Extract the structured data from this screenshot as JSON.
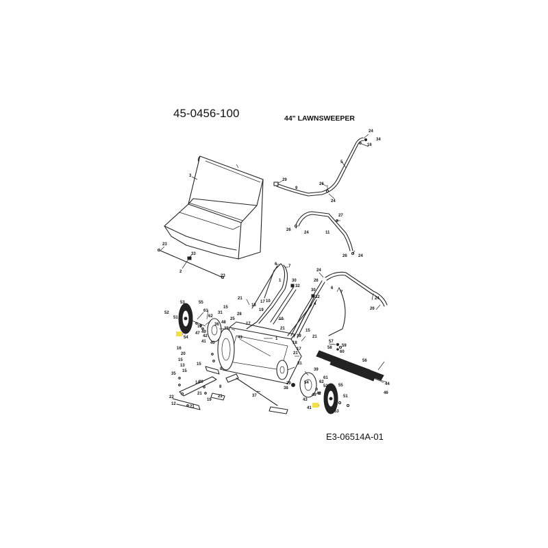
{
  "header": {
    "model_number": "45-0456-100",
    "product_title": "44\" LAWNSWEEPER"
  },
  "footer": {
    "diagram_code": "E3-06514A-01"
  },
  "callouts": [
    {
      "id": "c1",
      "text": "24"
    },
    {
      "id": "c2",
      "text": "34"
    },
    {
      "id": "c3",
      "text": "16"
    },
    {
      "id": "c4",
      "text": "5"
    },
    {
      "id": "c5",
      "text": "29"
    },
    {
      "id": "c6",
      "text": "9"
    },
    {
      "id": "c7",
      "text": "26"
    },
    {
      "id": "c8",
      "text": "24"
    },
    {
      "id": "c9",
      "text": "3"
    },
    {
      "id": "c10",
      "text": "27"
    },
    {
      "id": "c11",
      "text": "26"
    },
    {
      "id": "c12",
      "text": "24"
    },
    {
      "id": "c13",
      "text": "11"
    },
    {
      "id": "c14",
      "text": "26"
    },
    {
      "id": "c15",
      "text": "24"
    },
    {
      "id": "c16",
      "text": "23"
    },
    {
      "id": "c17",
      "text": "33"
    },
    {
      "id": "c18",
      "text": "2"
    },
    {
      "id": "c19",
      "text": "23"
    },
    {
      "id": "c20",
      "text": "6"
    },
    {
      "id": "c21",
      "text": "7"
    },
    {
      "id": "c22",
      "text": "24"
    },
    {
      "id": "c23",
      "text": "26"
    },
    {
      "id": "c24",
      "text": "1"
    },
    {
      "id": "c25",
      "text": "30"
    },
    {
      "id": "c26",
      "text": "32"
    },
    {
      "id": "c27",
      "text": "10"
    },
    {
      "id": "c28",
      "text": "6"
    },
    {
      "id": "c29",
      "text": "7"
    },
    {
      "id": "c30",
      "text": "30"
    },
    {
      "id": "c31",
      "text": "32"
    },
    {
      "id": "c32",
      "text": "4"
    },
    {
      "id": "c33",
      "text": "24"
    },
    {
      "id": "c34",
      "text": "26"
    },
    {
      "id": "c35",
      "text": "21"
    },
    {
      "id": "c36",
      "text": "17"
    },
    {
      "id": "c37",
      "text": "18"
    },
    {
      "id": "c38",
      "text": "19"
    },
    {
      "id": "c39",
      "text": "10"
    },
    {
      "id": "c40",
      "text": "53"
    },
    {
      "id": "c41",
      "text": "55"
    },
    {
      "id": "c42",
      "text": "15"
    },
    {
      "id": "c43",
      "text": "52"
    },
    {
      "id": "c44",
      "text": "51"
    },
    {
      "id": "c45",
      "text": "50"
    },
    {
      "id": "c46",
      "text": "61"
    },
    {
      "id": "c47",
      "text": "62"
    },
    {
      "id": "c48",
      "text": "31"
    },
    {
      "id": "c49",
      "text": "28"
    },
    {
      "id": "c50",
      "text": "25"
    },
    {
      "id": "c51",
      "text": "17"
    },
    {
      "id": "c52",
      "text": "36"
    },
    {
      "id": "c53",
      "text": "18"
    },
    {
      "id": "c54",
      "text": "49"
    },
    {
      "id": "c55",
      "text": "47"
    },
    {
      "id": "c56",
      "text": "48"
    },
    {
      "id": "c57",
      "text": "39"
    },
    {
      "id": "c58",
      "text": "54"
    },
    {
      "id": "c59",
      "text": "41"
    },
    {
      "id": "c60",
      "text": "40"
    },
    {
      "id": "c61",
      "text": "43"
    },
    {
      "id": "c62",
      "text": "21"
    },
    {
      "id": "c63",
      "text": "1"
    },
    {
      "id": "c64",
      "text": "15"
    },
    {
      "id": "c65",
      "text": "21"
    },
    {
      "id": "c66",
      "text": "19"
    },
    {
      "id": "c67",
      "text": "18"
    },
    {
      "id": "c68",
      "text": "17"
    },
    {
      "id": "c69",
      "text": "57"
    },
    {
      "id": "c70",
      "text": "59"
    },
    {
      "id": "c71",
      "text": "60"
    },
    {
      "id": "c72",
      "text": "58"
    },
    {
      "id": "c73",
      "text": "20"
    },
    {
      "id": "c74",
      "text": "15"
    },
    {
      "id": "c75",
      "text": "13"
    },
    {
      "id": "c76",
      "text": "8"
    },
    {
      "id": "c77",
      "text": "15"
    },
    {
      "id": "c78",
      "text": "21"
    },
    {
      "id": "c79",
      "text": "31"
    },
    {
      "id": "c80",
      "text": "35"
    },
    {
      "id": "c81",
      "text": "15"
    },
    {
      "id": "c82",
      "text": "14"
    },
    {
      "id": "c83",
      "text": "22"
    },
    {
      "id": "c84",
      "text": "12"
    },
    {
      "id": "c85",
      "text": "21"
    },
    {
      "id": "c86",
      "text": "20"
    },
    {
      "id": "c87",
      "text": "8"
    },
    {
      "id": "c88",
      "text": "21"
    },
    {
      "id": "c89",
      "text": "19"
    },
    {
      "id": "c90",
      "text": "21"
    },
    {
      "id": "c91",
      "text": "37"
    },
    {
      "id": "c92",
      "text": "39"
    },
    {
      "id": "c93",
      "text": "54"
    },
    {
      "id": "c94",
      "text": "38"
    },
    {
      "id": "c95",
      "text": "61"
    },
    {
      "id": "c96",
      "text": "62"
    },
    {
      "id": "c97",
      "text": "43"
    },
    {
      "id": "c98",
      "text": "52"
    },
    {
      "id": "c99",
      "text": "49"
    },
    {
      "id": "c100",
      "text": "55"
    },
    {
      "id": "c101",
      "text": "51"
    },
    {
      "id": "c102",
      "text": "50"
    },
    {
      "id": "c103",
      "text": "41"
    },
    {
      "id": "c104",
      "text": "53"
    },
    {
      "id": "c105",
      "text": "56"
    },
    {
      "id": "c106",
      "text": "44"
    },
    {
      "id": "c107",
      "text": "46"
    },
    {
      "id": "c108",
      "text": "16"
    },
    {
      "id": "c109",
      "text": "42"
    },
    {
      "id": "c110",
      "text": "42"
    },
    {
      "id": "c111",
      "text": "29"
    }
  ]
}
